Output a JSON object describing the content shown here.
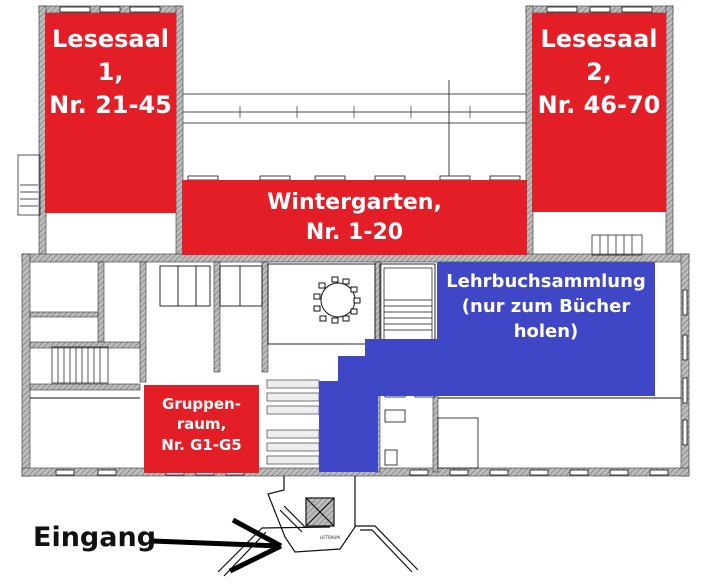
{
  "floor_plan": {
    "zones": {
      "lesesaal1": {
        "lines": [
          "Lesesaal",
          "1,",
          "Nr. 21-45"
        ],
        "color": "#e41e26"
      },
      "lesesaal2": {
        "lines": [
          "Lesesaal",
          "2,",
          "Nr. 46-70"
        ],
        "color": "#e41e26"
      },
      "wintergarten": {
        "lines": [
          "Wintergarten,",
          "Nr. 1-20"
        ],
        "color": "#e41e26"
      },
      "lehrbuchsammlung": {
        "lines": [
          "Lehrbuchsammlung",
          "(nur zum Bücher",
          "holen)"
        ],
        "color": "#3f47c6"
      },
      "gruppenraum": {
        "lines": [
          "Gruppen-",
          "raum,",
          "Nr. G1-G5"
        ],
        "color": "#e41e26"
      }
    },
    "entrance": {
      "label": "Eingang",
      "icon": "arrow-right-icon"
    },
    "elevator_label": "LIFTRAUM"
  }
}
